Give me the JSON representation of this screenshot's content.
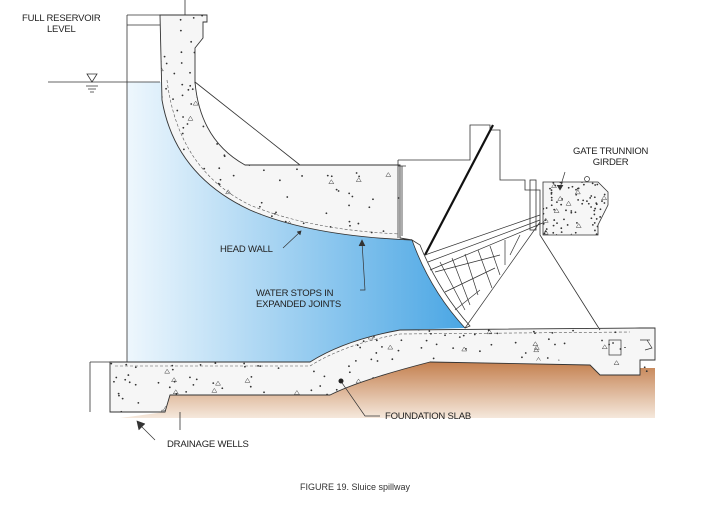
{
  "labels": {
    "reservoir_line1": "FULL RESERVOIR",
    "reservoir_line2": "LEVEL",
    "girder_line1": "GATE TRUNNION",
    "girder_line2": "GIRDER",
    "head_wall": "HEAD WALL",
    "water_stops_line1": "WATER STOPS IN",
    "water_stops_line2": "EXPANDED JOINTS",
    "foundation_slab": "FOUNDATION SLAB",
    "drainage_wells": "DRAINAGE WELLS"
  },
  "caption": "FIGURE 19.  Sluice spillway",
  "colors": {
    "water_light": "#e8f4fc",
    "water_dark": "#4aa6e4",
    "ground_top": "#c27c4a",
    "ground_bottom": "#f2e2d4",
    "concrete": "#f6f6f6",
    "line": "#333333"
  }
}
